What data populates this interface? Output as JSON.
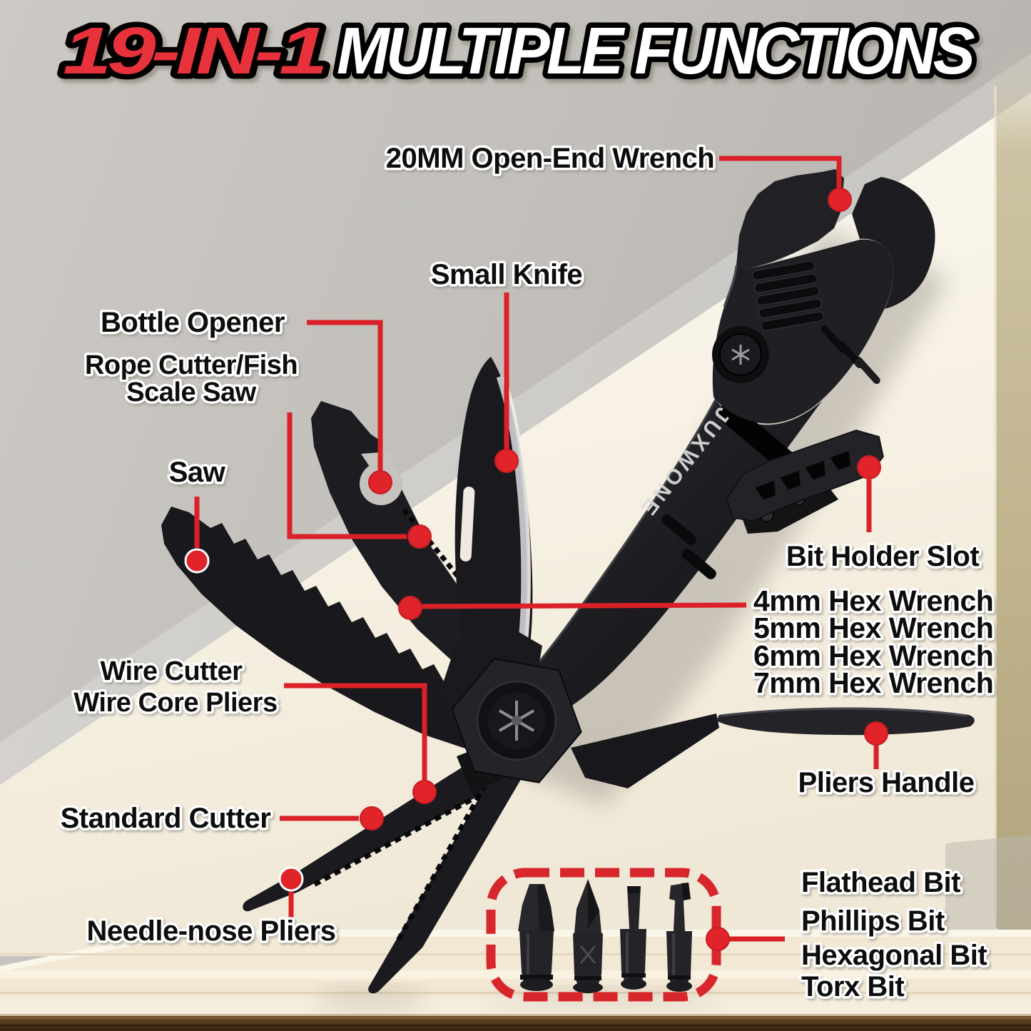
{
  "title": {
    "part1": "19-IN-1",
    "part2": "MULTIPLE FUNCTIONS"
  },
  "brand": "JUXWONE",
  "labels": {
    "wrench": "20MM Open-End Wrench",
    "small_knife": "Small Knife",
    "bottle_opener": "Bottle Opener",
    "rope_cutter_line1": "Rope Cutter/Fish",
    "rope_cutter_line2": "Scale Saw",
    "saw": "Saw",
    "wire_cutter_line1": "Wire Cutter",
    "wire_cutter_line2": "Wire Core Pliers",
    "standard_cutter": "Standard Cutter",
    "needle_nose": "Needle-nose Pliers",
    "bit_holder": "Bit Holder Slot",
    "hex_wrenches": [
      "4mm Hex Wrench",
      "5mm Hex Wrench",
      "6mm Hex Wrench",
      "7mm Hex Wrench"
    ],
    "pliers_handle": "Pliers Handle",
    "bits": [
      "Flathead Bit",
      "Phillips Bit",
      "Hexagonal Bit",
      "Torx Bit"
    ]
  },
  "colors": {
    "callout_red": "#da2128",
    "title_red": "#e8303a",
    "title_white": "#ffffff",
    "tool_black": "#1d1d21",
    "wall_gray": "#c6c3be",
    "lit_wall": "#f7f2e8",
    "wood_light": "#f2e8d4",
    "wood_dark": "#5d4226"
  }
}
